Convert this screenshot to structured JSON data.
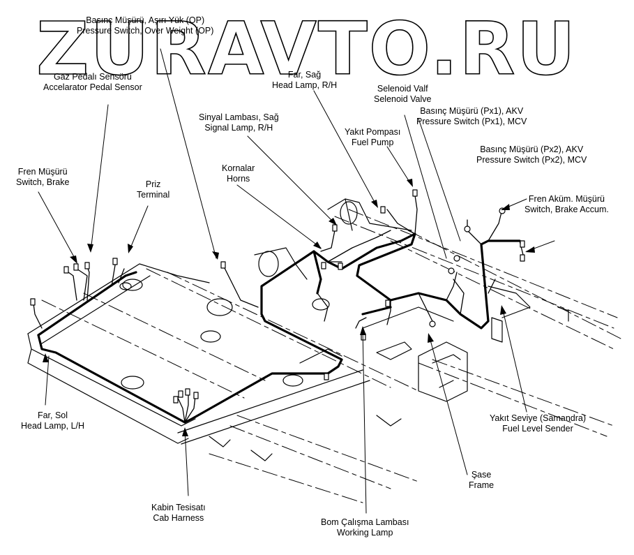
{
  "watermark": "ZURAVTO.RU",
  "labels": {
    "op_switch": {
      "line1": "Basınç Müşürü, Aşırı Yük (OP)",
      "line2": "Pressure Switch, Over Weight (OP)"
    },
    "accel_sensor": {
      "line1": "Gaz Pedalı Sensörü",
      "line2": "Accelarator Pedal Sensor"
    },
    "head_lamp_rh": {
      "line1": "Far, Sağ",
      "line2": "Head Lamp, R/H"
    },
    "solenoid_valve": {
      "line1": "Selenoid Valf",
      "line2": "Selenoid Valve"
    },
    "px1_switch": {
      "line1": "Basınç Müşürü (Px1), AKV",
      "line2": "Pressure Switch (Px1), MCV"
    },
    "signal_lamp_rh": {
      "line1": "Sinyal Lambası, Sağ",
      "line2": "Signal Lamp, R/H"
    },
    "fuel_pump": {
      "line1": "Yakıt Pompası",
      "line2": "Fuel Pump"
    },
    "px2_switch": {
      "line1": "Basınç Müşürü (Px2), AKV",
      "line2": "Pressure Switch (Px2), MCV"
    },
    "horns": {
      "line1": "Kornalar",
      "line2": "Horns"
    },
    "brake_switch": {
      "line1": "Fren Müşürü",
      "line2": "Switch, Brake"
    },
    "terminal": {
      "line1": "Priz",
      "line2": "Terminal"
    },
    "brake_accum": {
      "line1": "Fren Aküm. Müşürü",
      "line2": "Switch, Brake Accum."
    },
    "head_lamp_lh": {
      "line1": "Far, Sol",
      "line2": "Head Lamp, L/H"
    },
    "fuel_level": {
      "line1": "Yakıt Seviye (Samandra)",
      "line2": "Fuel Level Sender"
    },
    "frame": {
      "line1": "Şase",
      "line2": "Frame"
    },
    "cab_harness": {
      "line1": "Kabin Tesisatı",
      "line2": "Cab Harness"
    },
    "working_lamp": {
      "line1": "Bom Çalışma Lambası",
      "line2": "Working Lamp"
    }
  }
}
